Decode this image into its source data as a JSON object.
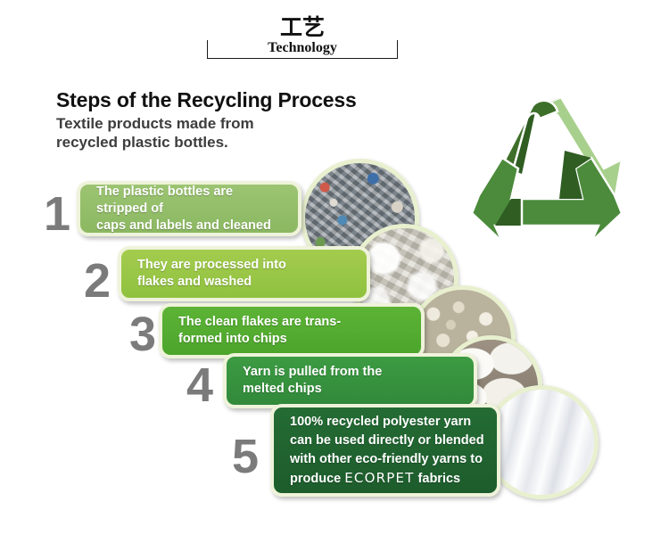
{
  "header": {
    "badge_cn": "工艺",
    "badge_en": "Technology"
  },
  "titles": {
    "main": "Steps of the Recycling Process",
    "sub_line1": "Textile products made from",
    "sub_line2": "recycled plastic bottles."
  },
  "logo": {
    "name": "recycle-symbol",
    "color_light": "#a8d08d",
    "color_mid": "#4b8b3b",
    "color_dark": "#2f5d22"
  },
  "steps": [
    {
      "number": "1",
      "lines": [
        "The plastic bottles are stripped of",
        "caps and labels and cleaned"
      ],
      "color": "#8cb862",
      "photo": "crushed-plastic-bottles"
    },
    {
      "number": "2",
      "lines": [
        "They are processed into",
        "flakes and washed"
      ],
      "color": "#8fc13f",
      "photo": "washed-plastic-flakes"
    },
    {
      "number": "3",
      "lines": [
        "The clean flakes are trans-",
        "formed into chips"
      ],
      "color": "#4ca52c",
      "photo": "polyester-chips-pellets"
    },
    {
      "number": "4",
      "lines": [
        "Yarn is pulled from the",
        "melted chips"
      ],
      "color": "#31893a",
      "photo": "white-yarn-cones"
    },
    {
      "number": "5",
      "lines": [
        "100% recycled polyester yarn",
        "can be used directly or blended",
        "with other eco-friendly yarns to"
      ],
      "line4_prefix": "produce",
      "brand": "ECORPET",
      "line4_suffix": "fabrics",
      "color": "#1d5c2c",
      "photo": "white-fabric-drape"
    }
  ],
  "colors": {
    "background": "#ffffff",
    "bar_border": "#eef3da",
    "bubble_border": "#e8f0cf",
    "number_gray": "#7b7b7b",
    "text_white": "#ffffff"
  }
}
